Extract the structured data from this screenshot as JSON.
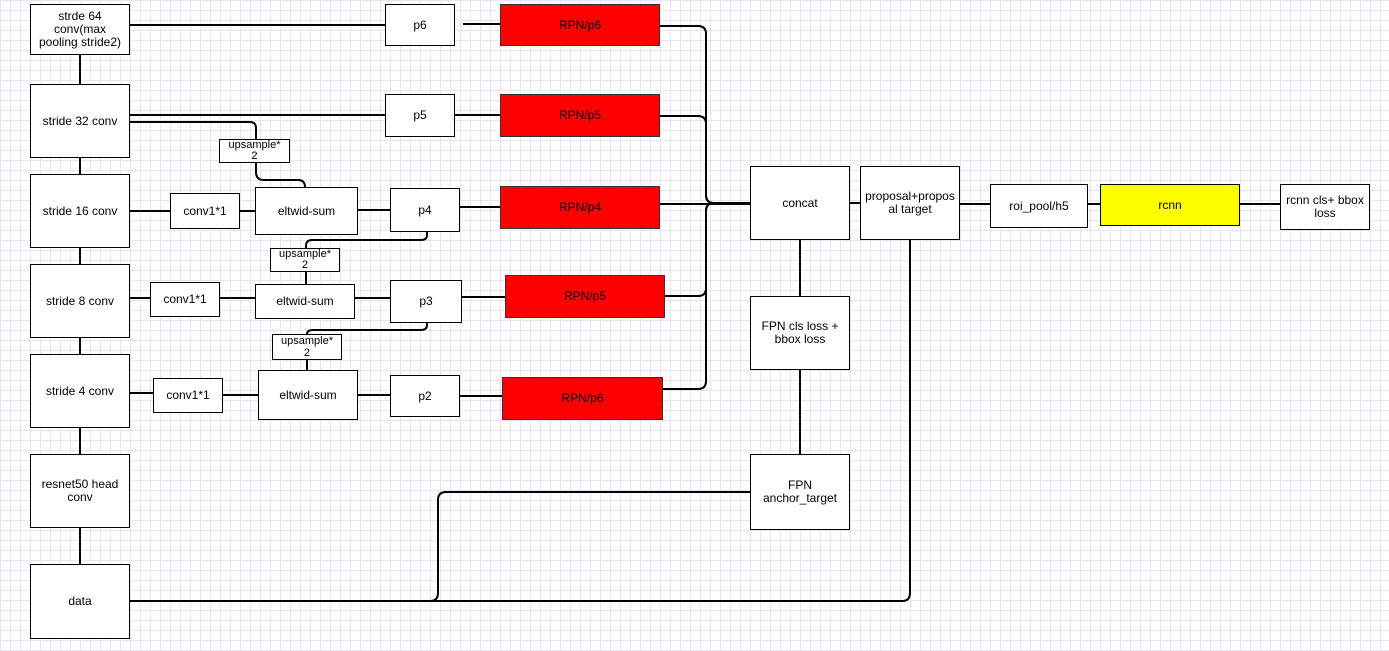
{
  "diagram": {
    "backbone": {
      "stride64": "strde 64\nconv(max\npooling stride2)",
      "stride32": "stride 32 conv",
      "stride16": "stride 16 conv",
      "stride8": "stride 8 conv",
      "stride4": "stride 4 conv",
      "resnet_head": "resnet50 head\nconv",
      "data": "data"
    },
    "lateral": {
      "conv_16": "conv1*1",
      "conv_8": "conv1*1",
      "conv_4": "conv1*1"
    },
    "merge": {
      "upsample_1": "upsample*\n2",
      "upsample_2": "upsample*\n2",
      "upsample_3": "upsample*\n2",
      "eltwise_16": "eltwid-sum",
      "eltwise_8": "eltwid-sum",
      "eltwise_4": "eltwid-sum"
    },
    "pyramid": {
      "p6": "p6",
      "p5": "p5",
      "p4": "p4",
      "p3": "p3",
      "p2": "p2"
    },
    "rpn": {
      "rpn_1": "RPN/p6",
      "rpn_2": "RPN/p5",
      "rpn_3": "RPN/p4",
      "rpn_4": "RPN/p5",
      "rpn_5": "RPN/p6"
    },
    "head": {
      "concat": "concat",
      "proposal": "proposal+propos\nal target",
      "roi_pool": "roi_pool/h5",
      "rcnn": "rcnn",
      "rcnn_loss": "rcnn cls+ bbox\nloss",
      "fpn_loss": "FPN cls loss +\nbbox loss",
      "fpn_anchor": "FPN\nanchor_target"
    },
    "colors": {
      "rpn_fill": "#ff0000",
      "rcnn_fill": "#ffff00",
      "line": "#000000",
      "grid": "#e4e4f4"
    }
  }
}
